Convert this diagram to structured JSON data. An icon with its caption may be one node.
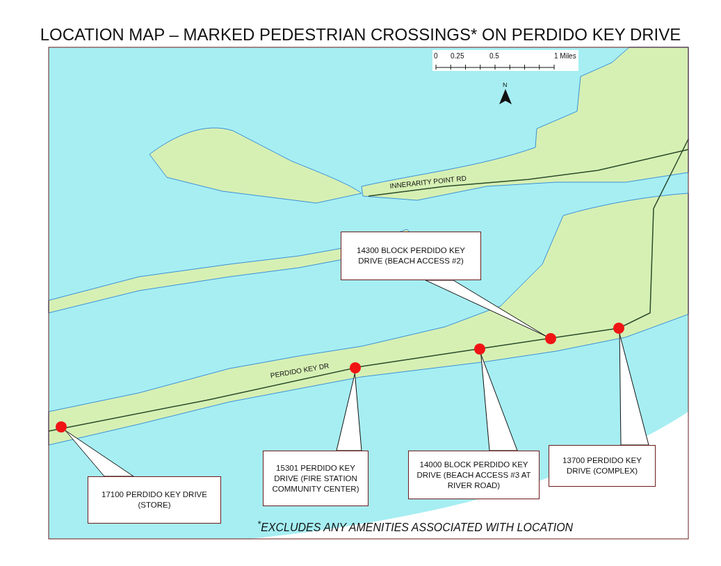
{
  "diagram": {
    "title": "LOCATION MAP – MARKED PEDESTRIAN CROSSINGS* ON PERDIDO KEY DRIVE",
    "caption": "$^{*}$EXCLUDES ANY AMENITIES ASSOCIATED WITH LOCATION",
    "nodes": [
      {
        "text": [
          "14300 BLOCK PERDIDO KEY DRIVE (BEACH ACCESS #2)"
        ]
      },
      {
        "text": [
          "17100 PERDIDO KEY DRIVE (STORE)"
        ]
      },
      {
        "text": [
          "15301 PERDIDO KEY DRIVE (FIRE STATION COMMUNITY CENTER)"
        ]
      },
      {
        "text": [
          "14000 BLOCK PERDIDO KEY DRIVE (BEACH ACCESS #3 AT RIVER ROAD)"
        ]
      },
      {
        "text": [
          "13700 PERDIDO KEY DRIVE (COMPLEX)"
        ]
      },
      {
        "text": [],
        "shape": "circle"
      },
      {
        "text": [],
        "shape": "circle"
      },
      {
        "text": [],
        "shape": "circle"
      },
      {
        "text": [],
        "shape": "circle"
      },
      {
        "text": [],
        "shape": "circle"
      }
    ],
    "edges": [
      {
        "from": 0,
        "to": 8,
        "arrow": "none"
      },
      {
        "from": 1,
        "to": 5,
        "arrow": "none"
      },
      {
        "from": 2,
        "to": 6,
        "arrow": "none"
      },
      {
        "from": 3,
        "to": 7,
        "arrow": "none"
      },
      {
        "from": 4,
        "to": 9,
        "arrow": "none"
      }
    ],
    "labels": [
      "0",
      "0.25",
      "0.5",
      "1 Miles",
      "N",
      "INNERARITY POINT RD",
      "PERDIDO KEY DR"
    ]
  }
}
